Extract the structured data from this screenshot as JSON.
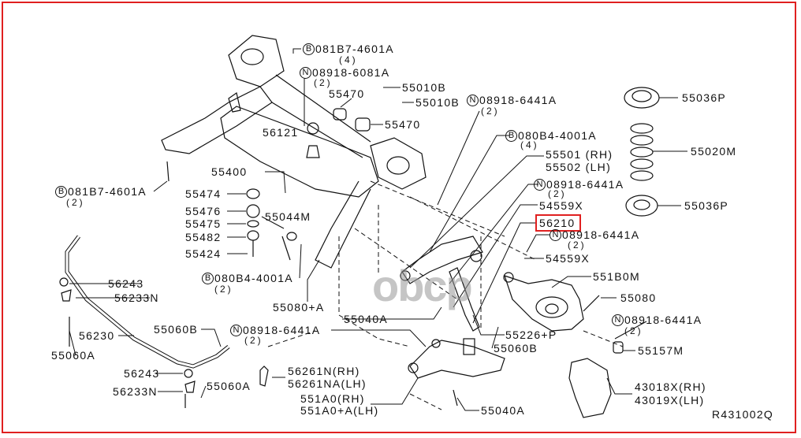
{
  "diagram_code": "R431002Q",
  "watermark": "obcp",
  "highlighted_part": "56210",
  "labels": [
    {
      "prefix": "B",
      "text": "081B7-4601A",
      "qty": "(4)"
    },
    {
      "prefix": "N",
      "text": "08918-6081A",
      "qty": "(2)"
    },
    {
      "text": "55010B"
    },
    {
      "text": "55470"
    },
    {
      "prefix": "N",
      "text": "08918-6441A",
      "qty": "(2)"
    },
    {
      "text": "55010B"
    },
    {
      "text": "55470"
    },
    {
      "text": "56121"
    },
    {
      "prefix": "B",
      "text": "080B4-4001A",
      "qty": "(4)"
    },
    {
      "text": "55501 (RH)"
    },
    {
      "text": "55502 (LH)"
    },
    {
      "text": "55400"
    },
    {
      "prefix": "N",
      "text": "08918-6441A",
      "qty": "(2)"
    },
    {
      "prefix": "B",
      "text": "081B7-4601A",
      "qty": "(2)"
    },
    {
      "text": "55474"
    },
    {
      "text": "54559X"
    },
    {
      "text": "55476"
    },
    {
      "text": "55044M"
    },
    {
      "text": "56210"
    },
    {
      "text": "55475"
    },
    {
      "prefix": "N",
      "text": "08918-6441A",
      "qty": "(2)"
    },
    {
      "text": "55482"
    },
    {
      "text": "55424"
    },
    {
      "text": "54559X"
    },
    {
      "text": "551B0M"
    },
    {
      "prefix": "B",
      "text": "080B4-4001A",
      "qty": "(2)"
    },
    {
      "text": "56243"
    },
    {
      "text": "56233N"
    },
    {
      "text": "55080"
    },
    {
      "text": "55080+A"
    },
    {
      "text": "55040A"
    },
    {
      "prefix": "N",
      "text": "08918-6441A",
      "qty": "(2)"
    },
    {
      "text": "55060B"
    },
    {
      "prefix": "N",
      "text": "08918-6441A",
      "qty": "(2)"
    },
    {
      "text": "55226+P"
    },
    {
      "text": "56230"
    },
    {
      "text": "55060B"
    },
    {
      "text": "55157M"
    },
    {
      "text": "55060A"
    },
    {
      "text": "56243"
    },
    {
      "text": "56261N(RH)"
    },
    {
      "text": "56261NA(LH)"
    },
    {
      "text": "55060A"
    },
    {
      "text": "43018X(RH)"
    },
    {
      "text": "43019X(LH)"
    },
    {
      "text": "56233N"
    },
    {
      "text": "551A0(RH)"
    },
    {
      "text": "551A0+A(LH)"
    },
    {
      "text": "55040A"
    },
    {
      "text": "55036P"
    },
    {
      "text": "55020M"
    },
    {
      "text": "55036P"
    }
  ]
}
